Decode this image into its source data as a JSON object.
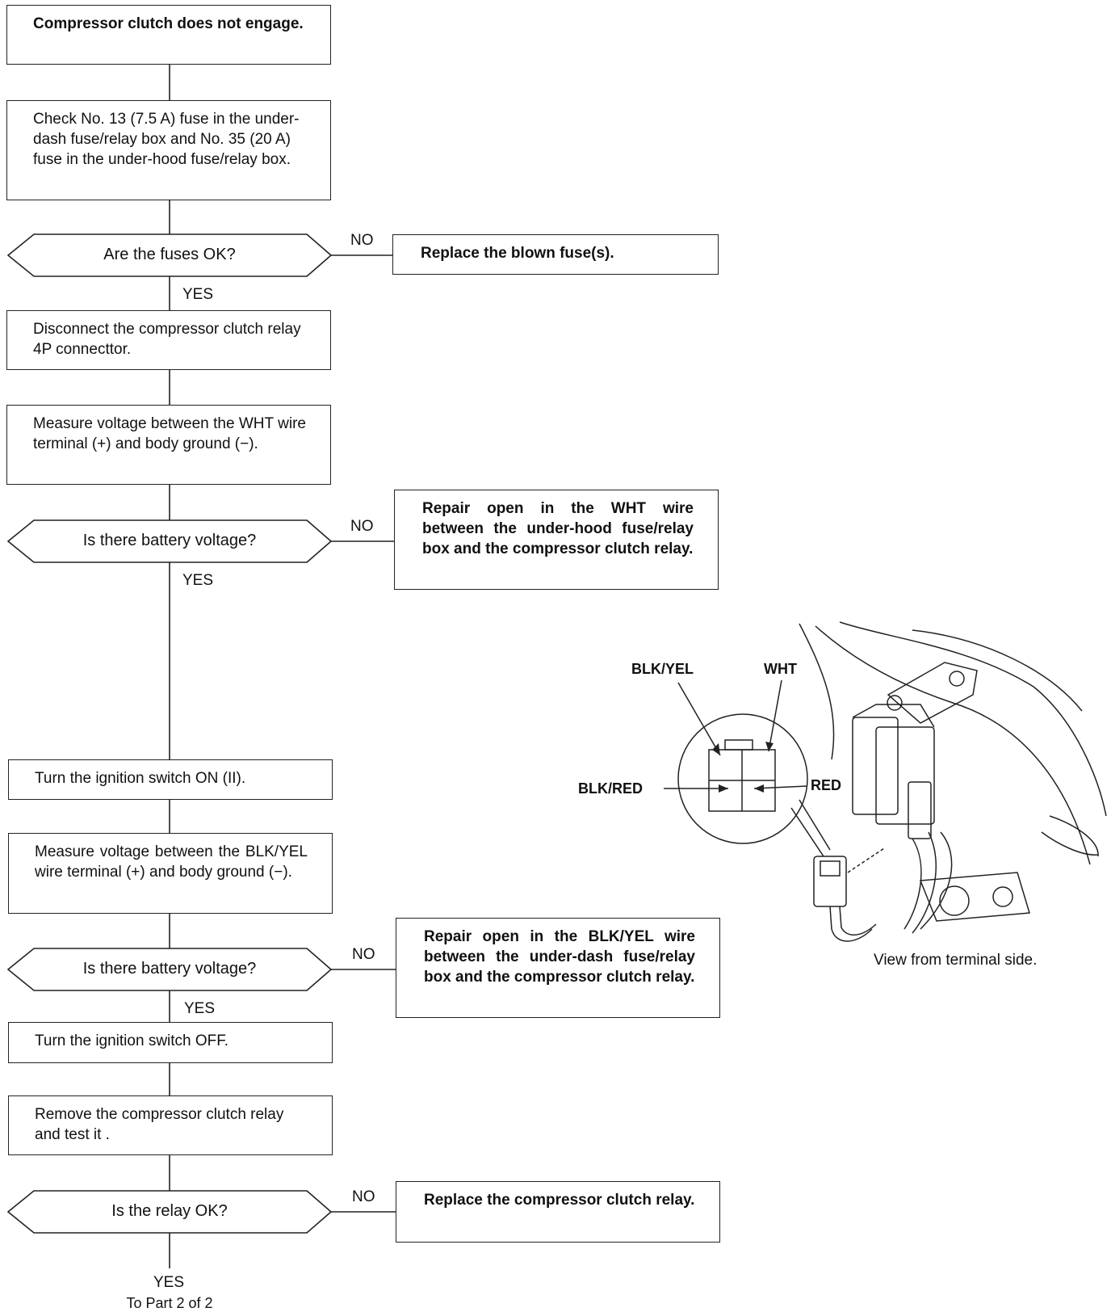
{
  "flowchart": {
    "steps": {
      "start": "Compressor clutch does not engage.",
      "check_fuses": "Check No. 13 (7.5 A) fuse in the under-dash fuse/relay box and No. 35 (20 A) fuse in the under-hood fuse/relay box.",
      "disconnect_relay": "Disconnect the compressor clutch relay 4P connecttor.",
      "measure_wht": "Measure voltage between the WHT wire terminal (+) and body ground (−).",
      "ignition_on": "Turn the ignition switch ON (II).",
      "measure_blk_yel": "Measure voltage between the BLK/YEL wire terminal (+) and body ground (−).",
      "ignition_off": "Turn the ignition switch OFF.",
      "remove_relay": "Remove the compressor clutch relay and test it ."
    },
    "decisions": {
      "fuses_ok": "Are the fuses OK?",
      "battery_voltage_1": "Is there battery voltage?",
      "battery_voltage_2": "Is there battery voltage?",
      "relay_ok": "Is the relay OK?"
    },
    "actions": {
      "replace_fuse": "Replace the blown fuse(s).",
      "repair_wht": "Repair open in the WHT wire between the under-hood fuse/relay box and the compressor clutch relay.",
      "repair_blk_yel": "Repair open in the BLK/YEL wire between the under-dash fuse/relay box and the compressor clutch relay.",
      "replace_relay": "Replace the compressor clutch relay."
    },
    "branch_labels": {
      "yes": "YES",
      "no": "NO"
    },
    "continuation": "To Part 2 of 2"
  },
  "illustration": {
    "pin_labels": {
      "blk_yel": "BLK/YEL",
      "wht": "WHT",
      "blk_red": "BLK/RED",
      "red": "RED"
    },
    "caption": "View from terminal side."
  }
}
